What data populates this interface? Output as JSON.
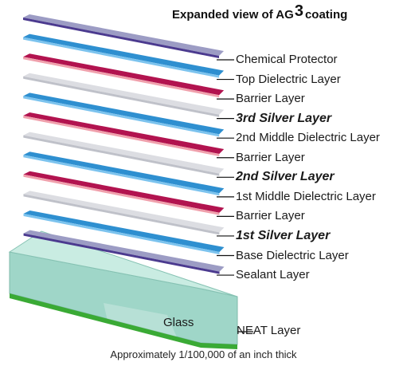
{
  "title": {
    "prefix": "Expanded view of  AG",
    "superscript": "3",
    "suffix": "coating"
  },
  "layers": [
    {
      "label": "Chemical Protector",
      "color": "#9c9cc4",
      "edge": "#4b3a8f",
      "emphasis": false
    },
    {
      "label": "Top Dielectric Layer",
      "color": "#2e8fd0",
      "edge": "#7cc3ee",
      "emphasis": false
    },
    {
      "label": "Barrier Layer",
      "color": "#b2134f",
      "edge": "#f0a0ac",
      "emphasis": false
    },
    {
      "label": "3rd Silver Layer",
      "color": "#dcdde2",
      "edge": "#bfc1c9",
      "emphasis": true
    },
    {
      "label": "2nd Middle Dielectric Layer",
      "color": "#2e8fd0",
      "edge": "#7cc3ee",
      "emphasis": false
    },
    {
      "label": "Barrier Layer",
      "color": "#b2134f",
      "edge": "#f0a0ac",
      "emphasis": false
    },
    {
      "label": "2nd Silver Layer",
      "color": "#dcdde2",
      "edge": "#bfc1c9",
      "emphasis": true
    },
    {
      "label": "1st Middle Dielectric Layer",
      "color": "#2e8fd0",
      "edge": "#7cc3ee",
      "emphasis": false
    },
    {
      "label": "Barrier Layer",
      "color": "#b2134f",
      "edge": "#f0a0ac",
      "emphasis": false
    },
    {
      "label": "1st Silver Layer",
      "color": "#dcdde2",
      "edge": "#bfc1c9",
      "emphasis": true
    },
    {
      "label": "Base Dielectric Layer",
      "color": "#2e8fd0",
      "edge": "#7cc3ee",
      "emphasis": false
    },
    {
      "label": "Sealant Layer",
      "color": "#9c9cc4",
      "edge": "#4b3a8f",
      "emphasis": false
    }
  ],
  "glass": {
    "label": "Glass",
    "color": "#9fd6c8"
  },
  "neat": {
    "label": "NEAT Layer",
    "color": "#3aaa35"
  },
  "footnote": "Approximately 1/100,000 of an inch thick"
}
